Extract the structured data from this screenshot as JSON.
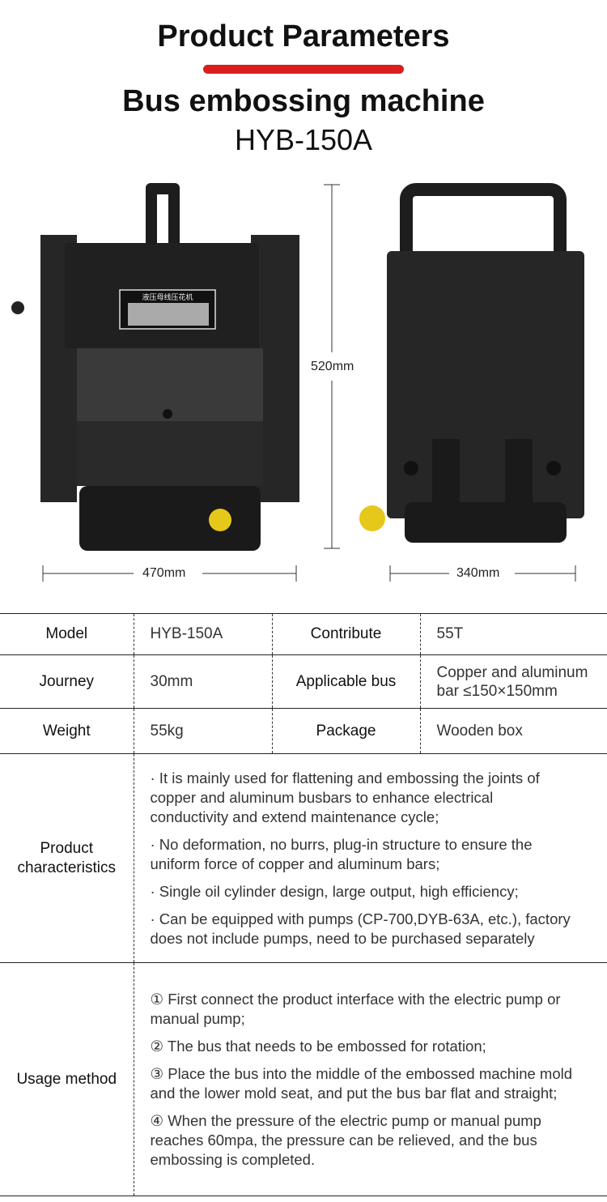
{
  "header": {
    "title": "Product Parameters",
    "product_name": "Bus embossing machine",
    "model": "HYB-150A",
    "accent_color": "#d81e1e"
  },
  "image": {
    "nameplate_title": "液压母线压花机",
    "height_dim": "520mm",
    "front_width_dim": "470mm",
    "side_width_dim": "340mm"
  },
  "specs": [
    {
      "label": "Model",
      "value": "HYB-150A",
      "label2": "Contribute",
      "value2": "55T"
    },
    {
      "label": "Journey",
      "value": "30mm",
      "label2": "Applicable bus",
      "value2": "Copper and aluminum bar ≤150×150mm"
    },
    {
      "label": "Weight",
      "value": "55kg",
      "label2": "Package",
      "value2": "Wooden box"
    }
  ],
  "characteristics": {
    "label": "Product characteristics",
    "items": [
      "· It is mainly used for flattening and embossing the joints of copper and aluminum busbars to enhance electrical conductivity and extend maintenance cycle;",
      "· No deformation, no burrs, plug-in structure to ensure the uniform force of copper and aluminum bars;",
      "· Single oil cylinder design, large output, high efficiency;",
      "· Can be equipped with pumps (CP-700,DYB-63A, etc.), factory does not include pumps, need to be purchased separately"
    ]
  },
  "usage": {
    "label": "Usage method",
    "items": [
      "① First connect the product interface with the electric pump or manual pump;",
      "② The bus that needs to be embossed for rotation;",
      "③ Place the bus into the middle of the embossed machine mold and the lower mold seat, and put the bus bar flat and straight;",
      "④ When the pressure of the electric pump or manual pump reaches 60mpa, the pressure can be relieved, and the bus embossing is completed."
    ]
  }
}
